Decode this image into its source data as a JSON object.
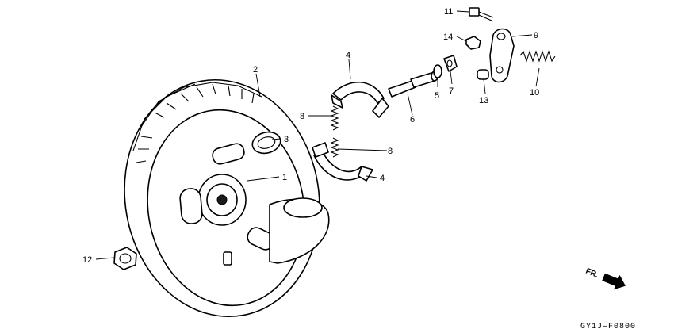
{
  "callouts": {
    "c1": "1",
    "c2": "2",
    "c3": "3",
    "c4a": "4",
    "c4b": "4",
    "c5": "5",
    "c6": "6",
    "c7": "7",
    "c8a": "8",
    "c8b": "8",
    "c9": "9",
    "c10": "10",
    "c11": "11",
    "c12": "12",
    "c13": "13",
    "c14": "14"
  },
  "direction": {
    "label": "FR.",
    "icon": "arrow-right-icon"
  },
  "drawing_code": "GY1J–F0800",
  "colors": {
    "line": "#000000",
    "background": "#ffffff"
  }
}
